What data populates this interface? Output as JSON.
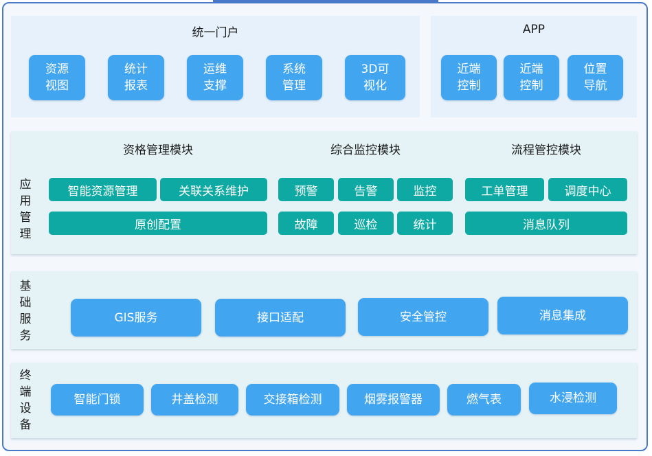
{
  "portal": {
    "title": "统一门户",
    "buttons": [
      "资源视图",
      "统计报表",
      "运维支撑",
      "系统管理",
      "3D可视化"
    ]
  },
  "app": {
    "title": "APP",
    "buttons": [
      "近端控制",
      "近端控制",
      "位置导航"
    ]
  },
  "app_mgmt": {
    "label": "应用管理",
    "modules": [
      {
        "title": "资格管理模块",
        "row1": [
          "智能资源管理",
          "关联关系维护"
        ],
        "row2": [
          "原创配置"
        ]
      },
      {
        "title": "综合监控模块",
        "row1": [
          "预警",
          "告警",
          "监控"
        ],
        "row2": [
          "故障",
          "巡检",
          "统计"
        ]
      },
      {
        "title": "流程管控模块",
        "row1": [
          "工单管理",
          "调度中心"
        ],
        "row2": [
          "消息队列"
        ]
      }
    ]
  },
  "base_services": {
    "label": "基础服务",
    "buttons": [
      "GIS服务",
      "接口适配",
      "安全管控",
      "消息集成"
    ]
  },
  "terminal": {
    "label": "终端设备",
    "buttons": [
      "智能门锁",
      "井盖检测",
      "交接箱检测",
      "烟雾报警器",
      "燃气表",
      "水浸检测"
    ]
  },
  "colors": {
    "frame_border": "#4a78c8",
    "blue_button": "#42a5f0",
    "teal_button": "#0fa9a3",
    "panel_light": "#e6f1fb",
    "panel_teal": "#e5f3f6"
  }
}
